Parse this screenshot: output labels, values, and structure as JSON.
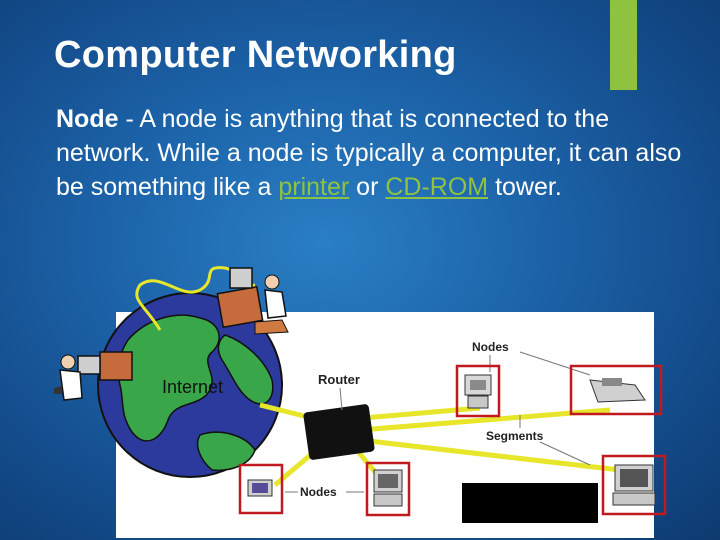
{
  "slide": {
    "title": "Computer Networking",
    "term": "Node",
    "definition_part1": " - A node is anything that is connected to the network. While a node is typically a computer, it can also be something like a ",
    "link1": "printer",
    "middle": " or ",
    "link2": "CD-ROM",
    "end": " tower."
  },
  "diagram": {
    "internet_label": "Internet",
    "router_label": "Router",
    "nodes_label_top": "Nodes",
    "segments_label": "Segments",
    "nodes_label_bottom": "Nodes"
  },
  "colors": {
    "accent": "#8fc33f",
    "highlight_box": "#c0191f",
    "segment_line": "#e8e62a"
  }
}
